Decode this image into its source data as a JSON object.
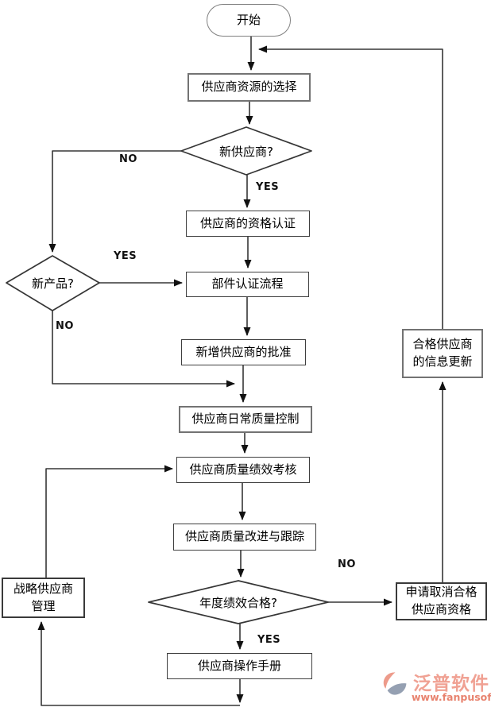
{
  "nodes": {
    "start": {
      "label": "开始"
    },
    "select": {
      "label": "供应商资源的选择"
    },
    "new_supplier": {
      "label": "新供应商?"
    },
    "qualification": {
      "label": "供应商的资格认证"
    },
    "new_product": {
      "label": "新产品?"
    },
    "component_cert": {
      "label": "部件认证流程"
    },
    "approval": {
      "label": "新增供应商的批准"
    },
    "daily_quality": {
      "label": "供应商日常质量控制"
    },
    "performance": {
      "label": "供应商质量绩效考核"
    },
    "improvement": {
      "label": "供应商质量改进与跟踪"
    },
    "annual_ok": {
      "label": "年度绩效合格?"
    },
    "manual": {
      "label": "供应商操作手册"
    },
    "strategic": {
      "line1": "战略供应商",
      "line2": "管理"
    },
    "cancel": {
      "line1": "申请取消合格",
      "line2": "供应商资格"
    },
    "update": {
      "line1": "合格供应商",
      "line2": "的信息更新"
    }
  },
  "edge_labels": {
    "new_supplier_no": "NO",
    "new_supplier_yes": "YES",
    "new_product_yes": "YES",
    "new_product_no": "NO",
    "annual_no": "NO",
    "annual_yes": "YES"
  },
  "logo": {
    "name": "泛普软件",
    "url": "www.fanpusoft.com"
  },
  "colors": {
    "line": "#363636",
    "arrow": "#111111",
    "box_border": "#3f3f3f",
    "box_fill": "#ffffff",
    "text": "#000000",
    "logo_coral": "#ED9B8B",
    "logo_gray_blue": "#95A0B2",
    "logo_title": "#F0A193",
    "logo_url": "#E8836F"
  }
}
